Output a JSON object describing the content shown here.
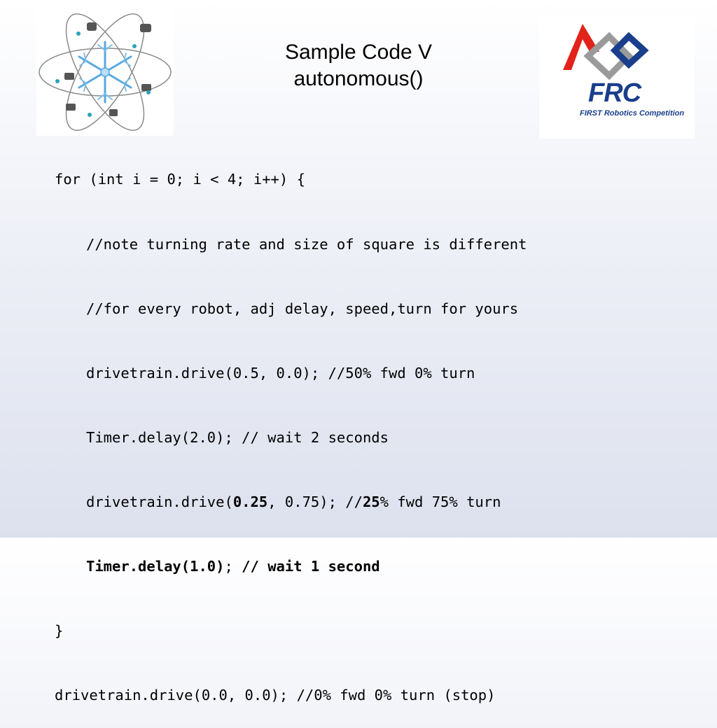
{
  "slide": {
    "title_line1": "Sample Code V",
    "title_line2": "autonomous()"
  },
  "logo_right": {
    "brand": "FRC",
    "tagline": "FIRST Robotics Competition"
  },
  "code": {
    "l1": "for (int i = 0; i < 4; i++) {",
    "l2": "//note turning rate and size of square is different",
    "l3": "//for every robot, adj delay, speed,turn for yours",
    "l4": "drivetrain.drive(0.5, 0.0); //50% fwd 0% turn",
    "l5": "Timer.delay(2.0); // wait 2 seconds",
    "l6a": "drivetrain.drive(",
    "l6b": "0.25",
    "l6c": ", 0.75); //",
    "l6d": "25",
    "l6e": "% fwd 75% turn",
    "l7a": "Timer.delay(1.0)",
    "l7b": "; ",
    "l7c": "// wait 1 second",
    "l8": "}",
    "l9": "drivetrain.drive(0.0, 0.0); //0% fwd 0% turn (stop)"
  },
  "colors": {
    "frc_blue": "#1a3e8c",
    "frc_red": "#e2231a",
    "frc_gray": "#9a9a9a",
    "snowflake": "#5aa9e0"
  }
}
